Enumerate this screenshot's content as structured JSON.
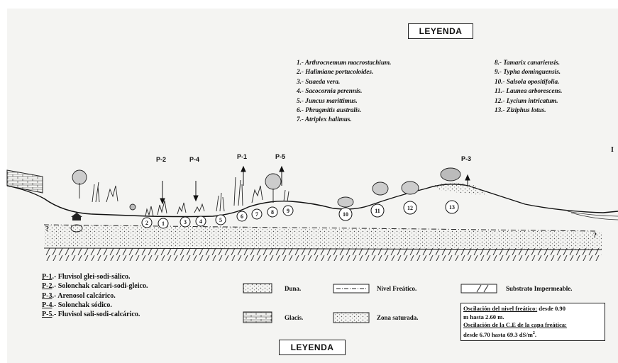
{
  "legend_title_top": "LEYENDA",
  "legend_title_bottom": "LEYENDA",
  "plant_species_left": [
    "1.- Arthrocnemum macrostachium.",
    "2.- Halimiane portucoloides.",
    "3.- Suaeda vera.",
    "4.- Sacocornia perennis.",
    "5.- Juncus marittimus.",
    "6.- Phragmitis australis.",
    "7.- Atriplex halimus."
  ],
  "plant_species_right": [
    "8.- Tamarix canariensis.",
    "9.- Typha dominguensis.",
    "10.- Salsola opositifolia.",
    "11.- Launea arborescens.",
    "12.- Lycium intricatum.",
    "13.- Ziziphus lotus."
  ],
  "profile_labels": [
    "P-2",
    "P-4",
    "P-1",
    "P-5",
    "P-3"
  ],
  "plant_numbers": [
    "2",
    "1",
    "3",
    "4",
    "5",
    "6",
    "7",
    "8",
    "9",
    "10",
    "11",
    "12",
    "13"
  ],
  "edge_marks": {
    "left": "?",
    "right": "?",
    "far_right": "I"
  },
  "soil_types": [
    {
      "code": "P-1",
      "text": ".- Fluvisol glei-sodi-sálico."
    },
    {
      "code": "P-2",
      "text": ".- Solonchak calcari-sodi-gleico."
    },
    {
      "code": "P-3",
      "text": ".- Arenosol calcárico."
    },
    {
      "code": "P-4",
      "text": ".- Solonchak sódico."
    },
    {
      "code": "P-5",
      "text": ".- Fluvisol sali-sodi-calcárico."
    }
  ],
  "symbols": {
    "duna": "Duna.",
    "glacis": "Glacis.",
    "nivel_freatico": "Nivel Freático.",
    "zona_saturada": "Zona saturada.",
    "sustrato": "Substrato Impermeable."
  },
  "note": {
    "line1_u": "Oscilación  del nivel freático:",
    "line1_rest": " desde 0.90",
    "line2": "m hasta 2.60 m.",
    "line3_u": "Oscilación de la C.E de la capa freática:",
    "line4": "desde 6.70 hasta 69.3 dS/m"
  },
  "colors": {
    "ink": "#111111",
    "paper": "#f4f4f2"
  }
}
